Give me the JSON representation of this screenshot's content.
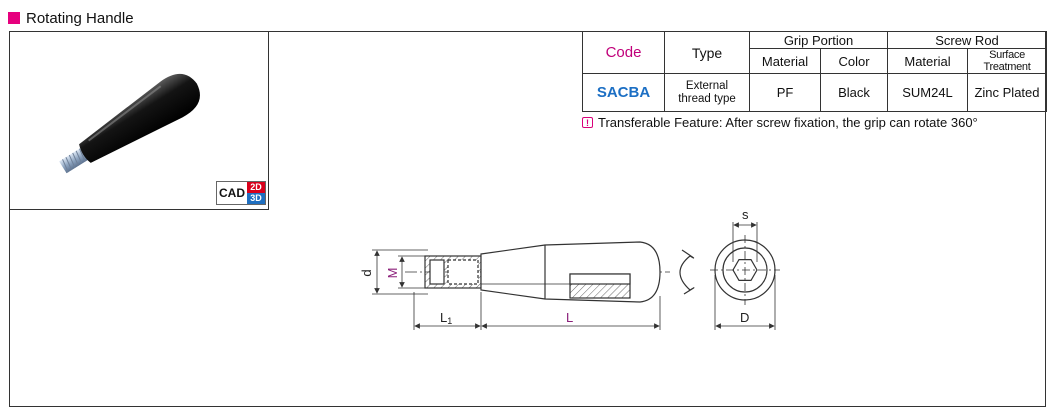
{
  "section": {
    "title": "Rotating Handle",
    "marker_color": "#e6007e"
  },
  "cad_badge": {
    "label": "CAD",
    "b2d": "2D",
    "b3d": "3D"
  },
  "table": {
    "headers": {
      "code": "Code",
      "type": "Type",
      "grip_portion": "Grip Portion",
      "screw_rod": "Screw Rod",
      "material": "Material",
      "color": "Color",
      "material2": "Material",
      "surface_treatment": "Surface Treatment"
    },
    "row": {
      "code": "SACBA",
      "type_line1": "External",
      "type_line2": "thread type",
      "grip_material": "PF",
      "grip_color": "Black",
      "rod_material": "SUM24L",
      "rod_surface": "Zinc Plated"
    }
  },
  "note": {
    "icon": "exclamation-icon",
    "text": "Transferable Feature: After screw fixation, the grip can rotate 360°"
  },
  "dimensions": {
    "d": "d",
    "M": "M",
    "L1": "L",
    "L1_sub": "1",
    "L": "L",
    "s": "s",
    "D": "D"
  },
  "colors": {
    "code_header": "#c0007a",
    "code_value": "#1c6fc4",
    "dim_purple": "#8b1f7a"
  }
}
